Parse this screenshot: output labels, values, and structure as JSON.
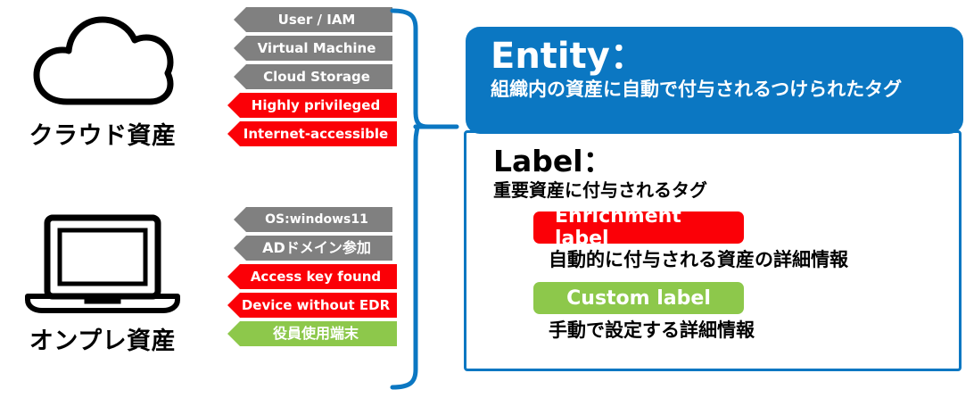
{
  "assets": [
    {
      "icon": "cloud-icon",
      "caption": "クラウド資産",
      "tags": [
        {
          "text": "User / IAM",
          "color": "gray"
        },
        {
          "text": "Virtual Machine",
          "color": "gray"
        },
        {
          "text": "Cloud Storage",
          "color": "gray"
        },
        {
          "text": "Highly privileged",
          "color": "red"
        },
        {
          "text": "Internet-accessible",
          "color": "red"
        }
      ]
    },
    {
      "icon": "laptop-icon",
      "caption": "オンプレ資産",
      "tags": [
        {
          "text": "OS:windows11",
          "color": "gray"
        },
        {
          "text": "ADドメイン参加",
          "color": "gray"
        },
        {
          "text": "Access key found",
          "color": "red"
        },
        {
          "text": "Device without EDR",
          "color": "red"
        },
        {
          "text": "役員使用端末",
          "color": "green"
        }
      ]
    }
  ],
  "entity": {
    "title": "Entity：",
    "subtitle": "組織内の資産に自動で付与されるつけられたタグ",
    "label_title": "Label：",
    "label_subtitle": "重要資産に付与されるタグ",
    "items": [
      {
        "pill": "Enrichment label",
        "color": "red",
        "desc": "自動的に付与される資産の詳細情報"
      },
      {
        "pill": "Custom label",
        "color": "green",
        "desc": "手動で設定する詳細情報"
      }
    ]
  },
  "colors": {
    "blue": "#0b77c2",
    "red": "#fb0007",
    "green": "#8dc84b",
    "gray": "#808080",
    "black": "#000000",
    "white": "#ffffff"
  }
}
